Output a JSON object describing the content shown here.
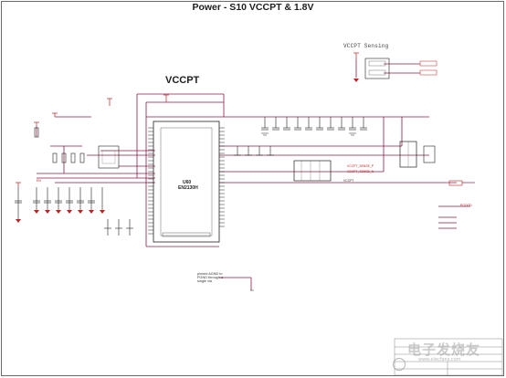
{
  "header": {
    "title": "Power - S10 VCCPT & 1.8V"
  },
  "sections": {
    "vccpt_label": "VCCPT",
    "sensing_label": "VCCPT Sensing"
  },
  "chip": {
    "ref": "U60",
    "part": "EN2130H"
  },
  "note": {
    "text": "pinned AGND to\nPGND through a\nsingle via"
  },
  "net_labels": {
    "vccpt": "VCCPT",
    "pgood": "PGOOD",
    "en": "EN",
    "sense_p": "VCCPT_SENSE_P",
    "sense_n": "VCCPT_SENSE_N"
  },
  "colors": {
    "wire": "#8a1a4a",
    "power_symbol": "#c02020",
    "component": "#222222",
    "frame": "#6a6a6a"
  },
  "watermark": {
    "icon": "electronic-fan-logo",
    "text": "电子发烧友",
    "url": "www.elecfans.com"
  }
}
